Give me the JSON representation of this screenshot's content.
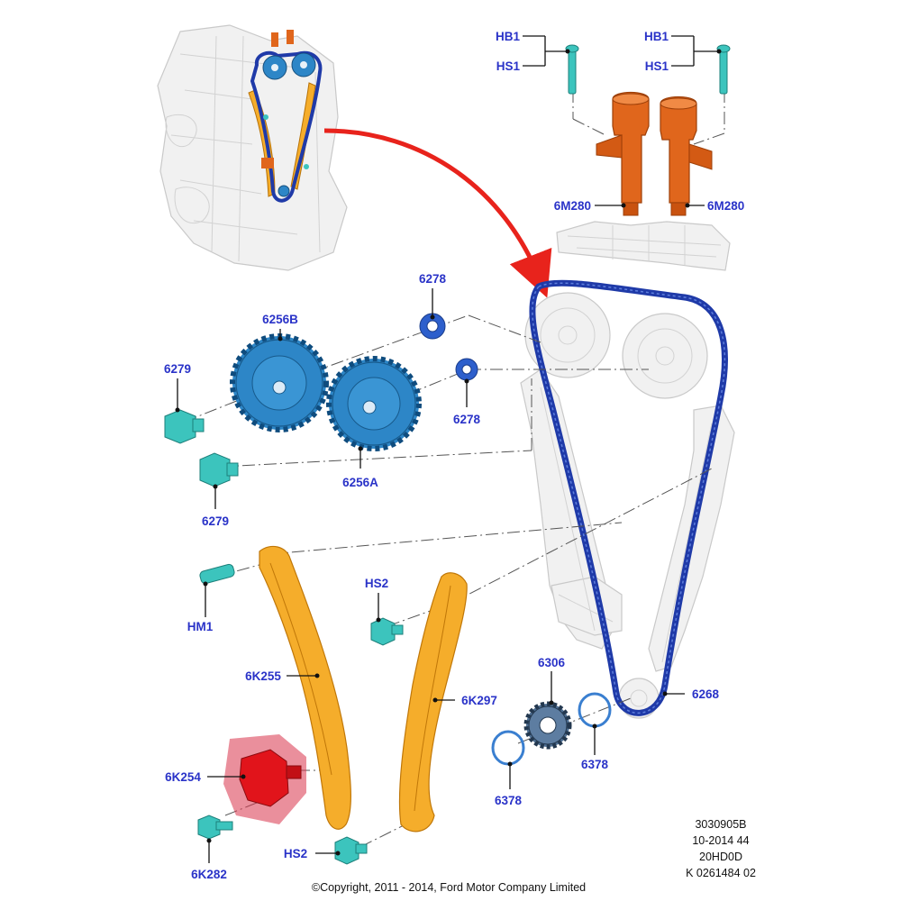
{
  "labels": {
    "hb1_left": "HB1",
    "hs1_left": "HS1",
    "hb1_right": "HB1",
    "hs1_right": "HS1",
    "solenoid_left": "6M280",
    "solenoid_right": "6M280",
    "washer_top": "6278",
    "washer_bottom": "6278",
    "sprocket_b": "6256B",
    "sprocket_a": "6256A",
    "bolt_top": "6279",
    "bolt_bottom": "6279",
    "dowel": "HM1",
    "guide_bolt_top": "HS2",
    "guide_bolt_bottom": "HS2",
    "tensioner_arm": "6K255",
    "fixed_guide": "6K297",
    "tensioner": "6K254",
    "tensioner_bolt": "6K282",
    "crank_sprocket": "6306",
    "chain": "6268",
    "seal_right": "6378",
    "seal_left": "6378"
  },
  "info_block": {
    "line1": "3030905B",
    "line2": "10-2014 44",
    "line3": "20HD0D",
    "line4": "K 0261484 02"
  },
  "copyright": "©Copyright, 2011 - 2014, Ford Motor Company Limited",
  "colors": {
    "label_blue": "#2a33c8",
    "chain_blue": "#1f3aa8",
    "guide_orange": "#f5ad2b",
    "solenoid_orange": "#e0661c",
    "sprocket_blue": "#2d86c7",
    "fastener_teal": "#3cc4bd",
    "arrow_red": "#e8231c",
    "highlight_red": "#d9334a"
  }
}
